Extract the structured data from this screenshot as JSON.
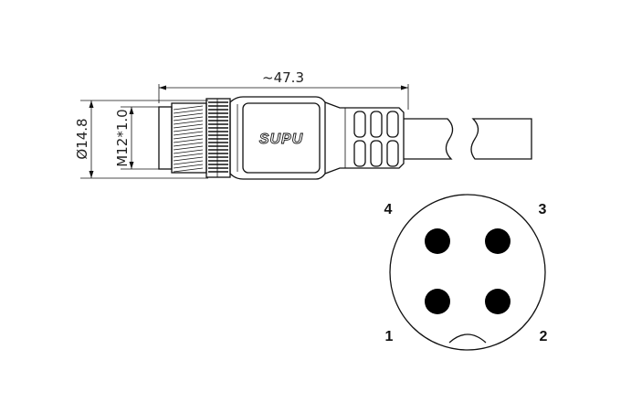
{
  "dimensions": {
    "overall_length": "~47.3",
    "diameter": "Ø14.8",
    "thread": "M12*1.0"
  },
  "brand": "SUPU",
  "pins": {
    "pin1": "1",
    "pin2": "2",
    "pin3": "3",
    "pin4": "4"
  }
}
